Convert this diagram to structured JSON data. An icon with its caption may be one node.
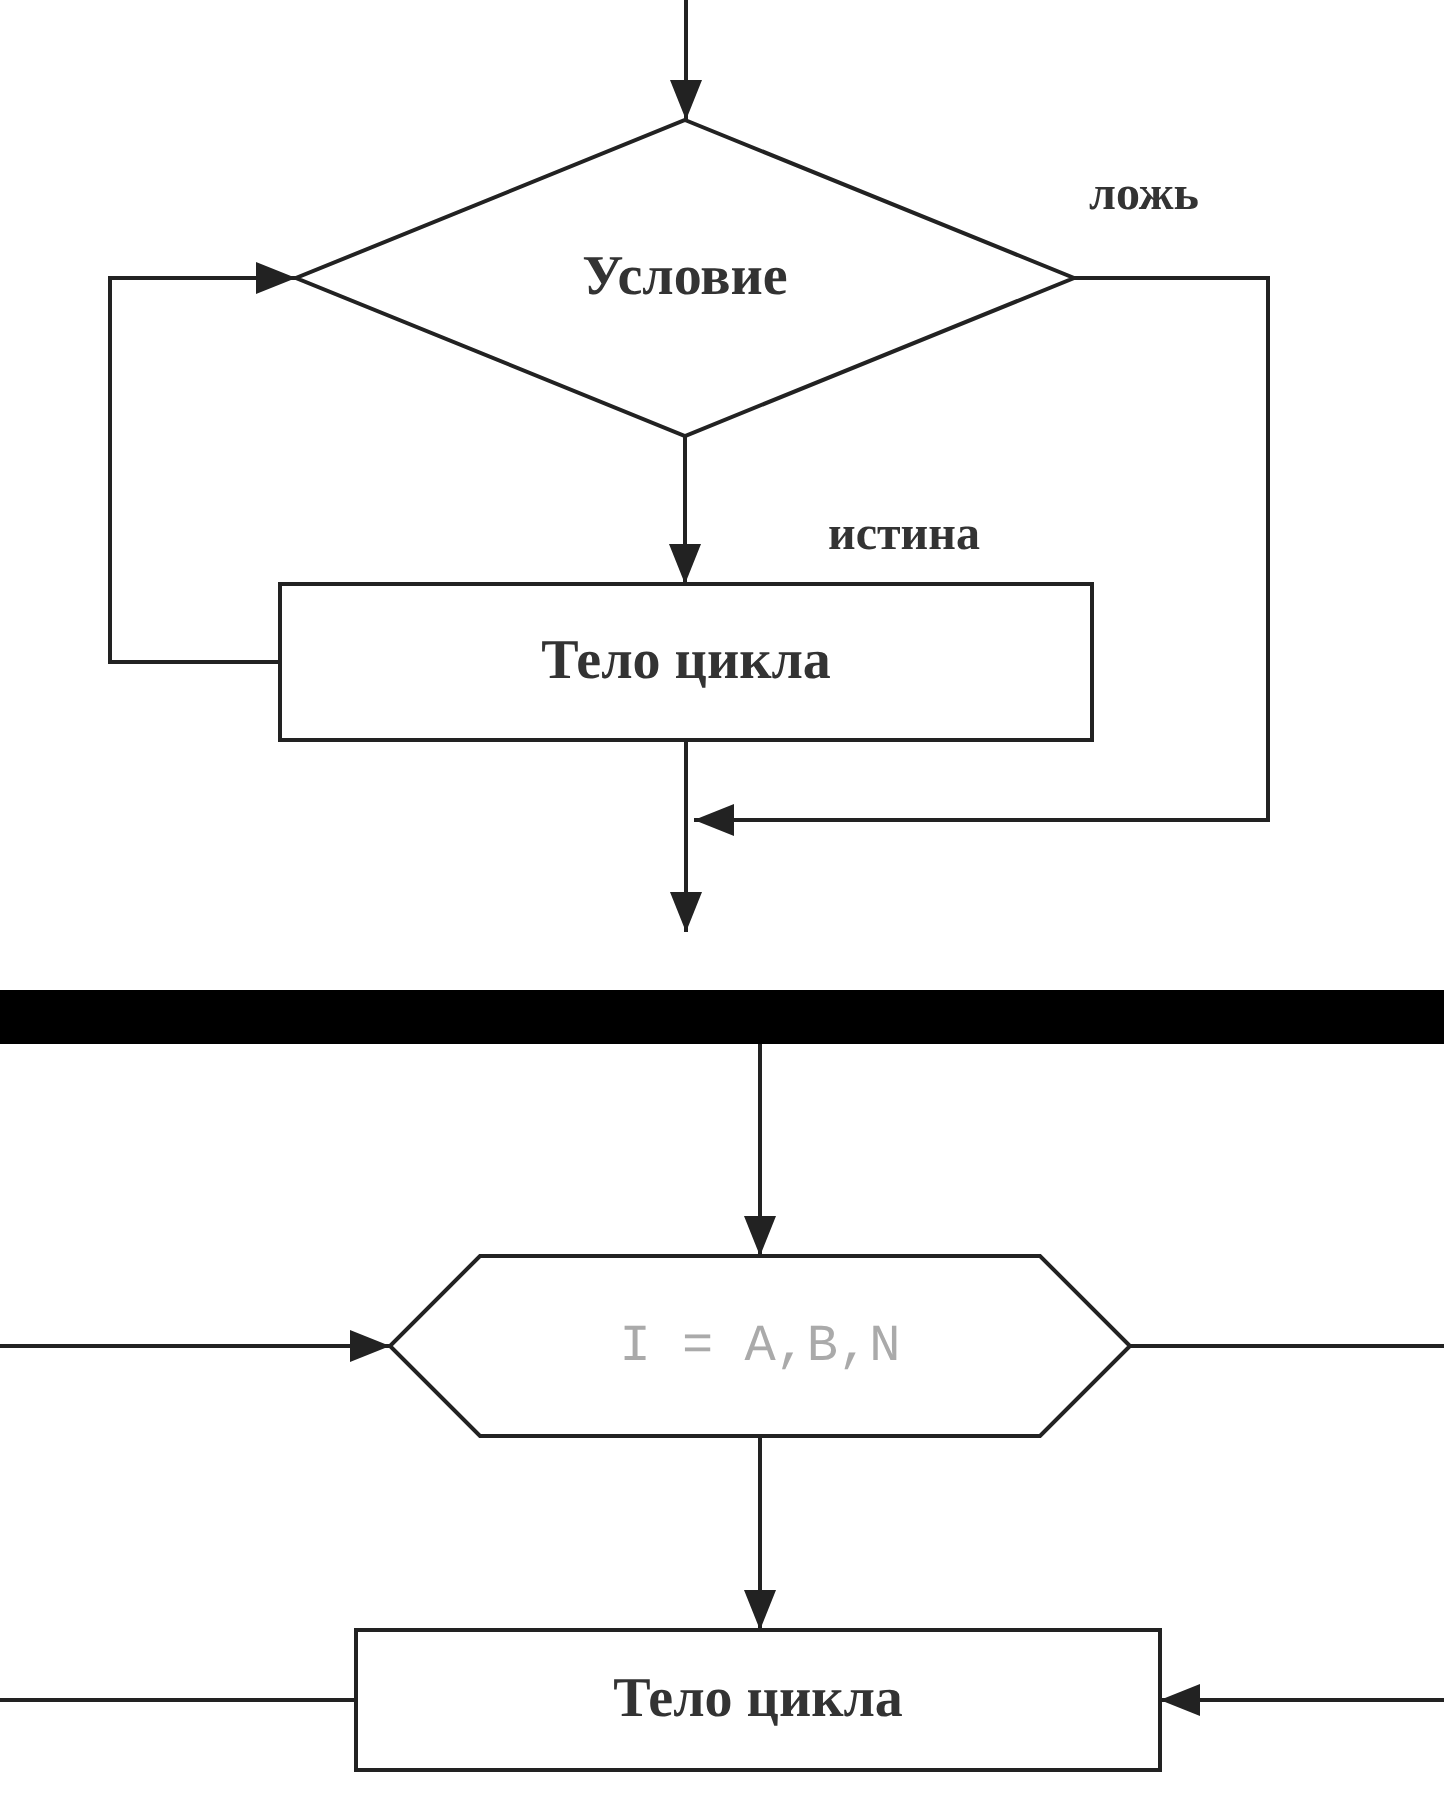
{
  "diagram": {
    "nodes": [
      {
        "text": [
          "Условие"
        ]
      },
      {
        "text": [
          "Тело цикла"
        ]
      },
      {
        "text": [],
        "shape": "bar"
      },
      {
        "text": [
          "I = A,B,N"
        ]
      },
      {
        "text": [
          "Тело цикла"
        ]
      }
    ],
    "edges": [
      {
        "from": null,
        "to": 0,
        "arrow": "to"
      },
      {
        "from": 0,
        "to": 1,
        "arrow": "to",
        "label": "истина"
      },
      {
        "from": 1,
        "to": 0,
        "arrow": "to"
      },
      {
        "from": 0,
        "to": null,
        "arrow": "to",
        "label": "ложь"
      },
      {
        "from": 1,
        "to": null,
        "arrow": "to"
      },
      {
        "from": 2,
        "to": 3,
        "arrow": "to"
      },
      {
        "from": null,
        "to": 3,
        "arrow": "to"
      },
      {
        "from": 3,
        "to": null,
        "arrow": "none"
      },
      {
        "from": 3,
        "to": 4,
        "arrow": "to"
      },
      {
        "from": 4,
        "to": null,
        "arrow": "none"
      },
      {
        "from": null,
        "to": 4,
        "arrow": "to"
      }
    ]
  }
}
